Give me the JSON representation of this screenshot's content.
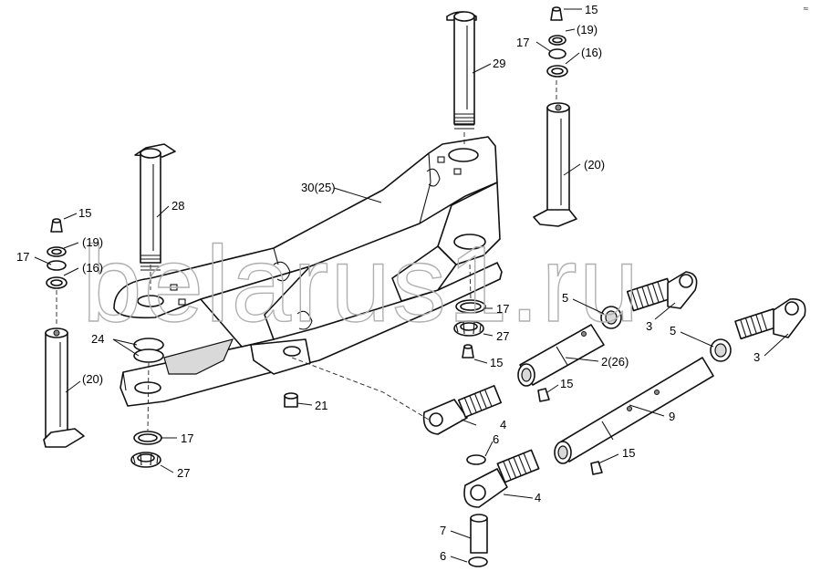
{
  "watermark": "belarus1.ru",
  "corner_mark": "≈",
  "callouts": {
    "c15_top": "15",
    "c19_top": "(19)",
    "c17_top": "17",
    "c16_top": "(16)",
    "c29": "29",
    "c20_right": "(20)",
    "c30": "30(25)",
    "c28": "28",
    "c15_left": "15",
    "c17_left": "17",
    "c19_left": "(19)",
    "c16_left": "(16)",
    "c5_a": "5",
    "c3_a": "3",
    "c5_b": "5",
    "c3_b": "3",
    "c17_mid": "17",
    "c27_mid": "27",
    "c15_mid": "15",
    "c2": "2(26)",
    "c15_tube": "15",
    "c24": "24",
    "c20_left": "(20)",
    "c21": "21",
    "c9": "9",
    "c4_a": "4",
    "c6_a": "6",
    "c15_low": "15",
    "c17_low": "17",
    "c27_low": "27",
    "c4_b": "4",
    "c7": "7",
    "c6_b": "6"
  }
}
